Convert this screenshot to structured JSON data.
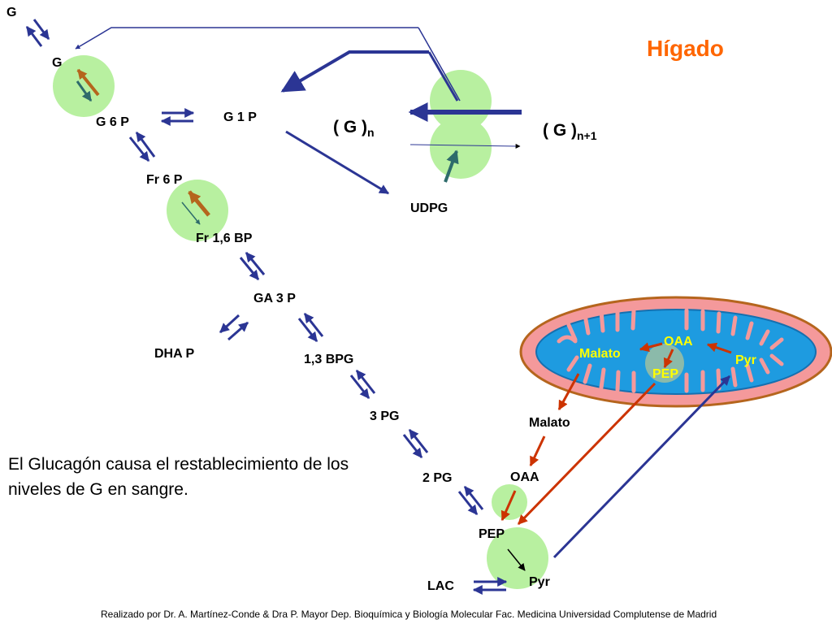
{
  "title": "Hígado",
  "metabolites": {
    "g_blood": "G",
    "g_cell": "G",
    "g6p": "G 6 P",
    "g1p": "G 1 P",
    "fr6p": "Fr 6 P",
    "fr16bp": "Fr 1,6 BP",
    "ga3p": "GA 3 P",
    "dhap": "DHA P",
    "bpg13": "1,3 BPG",
    "pg3": "3 PG",
    "pg2": "2 PG",
    "pep": "PEP",
    "lac": "LAC",
    "pyr": "Pyr",
    "oaa": "OAA",
    "malato": "Malato",
    "udpg": "UDPG",
    "glycogen_n": "( G )",
    "glycogen_n_sub": "n",
    "glycogen_n1": "( G )",
    "glycogen_n1_sub": "n+1"
  },
  "mitochondrion": {
    "oaa": "OAA",
    "malato": "Malato",
    "pyr": "Pyr",
    "pep": "PEP"
  },
  "caption": "El Glucagón causa el restablecimiento de los niveles de G en sangre.",
  "footer": "Realizado por Dr. A. Martínez-Conde & Dra P. Mayor Dep. Bioquímica y Biología Molecular Fac. Medicina Universidad Complutense de Madrid",
  "colors": {
    "title": "#ff6600",
    "pathway_arrow": "#2b3594",
    "highlight_circle": "#b8f0a0",
    "mito_outer": "#f4999b",
    "mito_inner": "#1e9be0",
    "mito_text": "#ffff00",
    "gluconeogenesis_arrow": "#cc3300",
    "activated_arrow": "#b5651d",
    "inhibited_arrow": "#2e6b6b"
  }
}
